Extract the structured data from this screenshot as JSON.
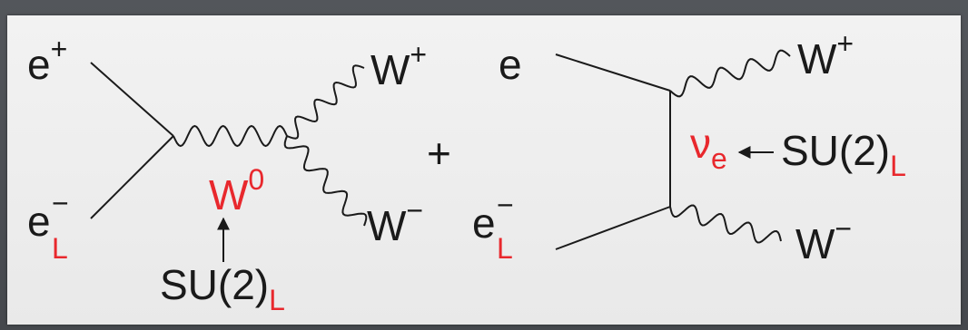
{
  "diagram": {
    "left": {
      "e_plus": {
        "base": "e",
        "sup": "+"
      },
      "e_left": {
        "base": "e",
        "sup": "−",
        "sub": "L"
      },
      "w_plus": {
        "base": "W",
        "sup": "+"
      },
      "w_minus": {
        "base": "W",
        "sup": "−"
      },
      "w_zero": {
        "base": "W",
        "sup": "0"
      },
      "su2": {
        "base": "SU(2)",
        "sub": "L"
      }
    },
    "plus_sign": "+",
    "right": {
      "e": {
        "base": "e"
      },
      "e_left": {
        "base": "e",
        "sup": "−",
        "sub": "L"
      },
      "w_plus": {
        "base": "W",
        "sup": "+"
      },
      "w_minus": {
        "base": "W",
        "sup": "−"
      },
      "nu_e": {
        "base": "ν",
        "sub": "e"
      },
      "su2": {
        "base": "SU(2)",
        "sub": "L"
      }
    },
    "colors": {
      "ink": "#1a1a1a",
      "accent": "#e8282d",
      "panel": "#eeeeee",
      "frame": "#4a4d52"
    }
  }
}
